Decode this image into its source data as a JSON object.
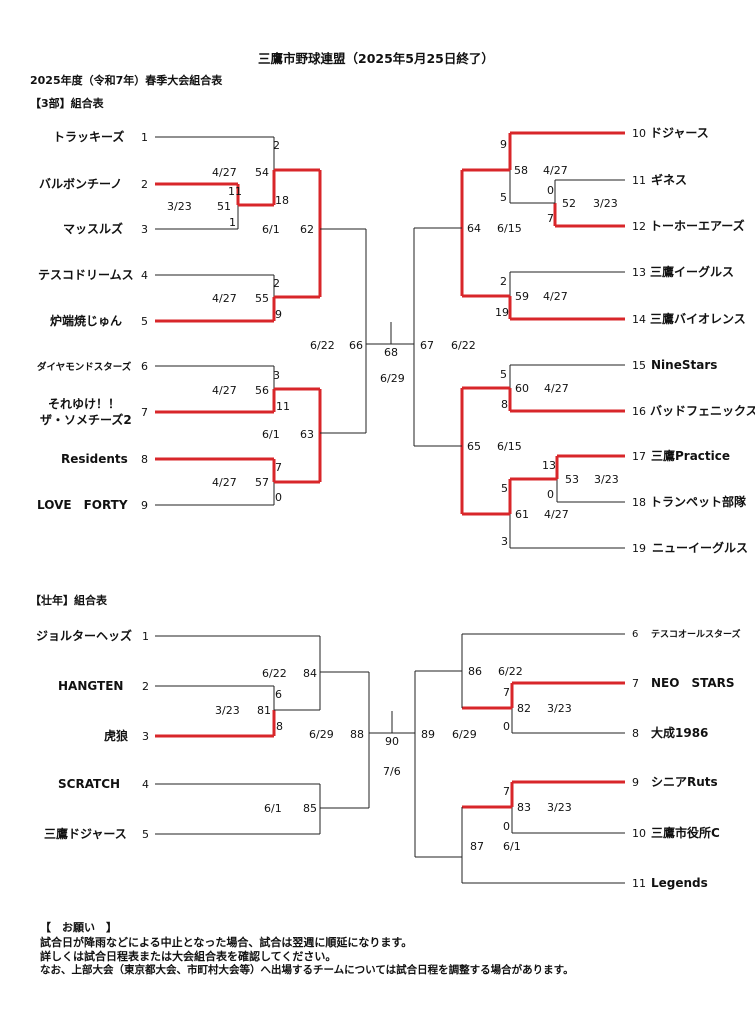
{
  "header": {
    "title": "三鷹市野球連盟（2025年5月25日終了）",
    "subtitle": "2025年度（令和7年）春季大会組合表",
    "division3_label": "【3部】組合表",
    "senior_label": "【壮年】組合表"
  },
  "division3": {
    "left_teams": [
      {
        "no": "1",
        "name": "トラッキーズ"
      },
      {
        "no": "2",
        "name": "バルボンチーノ"
      },
      {
        "no": "3",
        "name": "マッスルズ"
      },
      {
        "no": "4",
        "name": "テスコドリームス"
      },
      {
        "no": "5",
        "name": "炉端焼じゅん"
      },
      {
        "no": "6",
        "name": "ダイヤモンドスターズ"
      },
      {
        "no": "7",
        "name_line1": "それゆけ！！",
        "name_line2": "ザ・ソメチーズ2"
      },
      {
        "no": "8",
        "name": "Residents"
      },
      {
        "no": "9",
        "name": "LOVE　FORTY"
      }
    ],
    "right_teams": [
      {
        "no": "10",
        "name": "ドジャース"
      },
      {
        "no": "11",
        "name": "ギネス"
      },
      {
        "no": "12",
        "name": "トーホーエアーズ"
      },
      {
        "no": "13",
        "name": "三鷹イーグルス"
      },
      {
        "no": "14",
        "name": "三鷹バイオレンス"
      },
      {
        "no": "15",
        "name": "NineStars"
      },
      {
        "no": "16",
        "name": "バッドフェニックス"
      },
      {
        "no": "17",
        "name": "三鷹Practice"
      },
      {
        "no": "18",
        "name": "トランペット部隊"
      },
      {
        "no": "19",
        "name": "ニューイーグルス"
      }
    ],
    "games": {
      "g51": {
        "no": "51",
        "date": "3/23",
        "score_a": "11",
        "score_b": "1"
      },
      "g54": {
        "no": "54",
        "date": "4/27",
        "score_a": "2",
        "score_b": "18"
      },
      "g55": {
        "no": "55",
        "date": "4/27",
        "score_a": "2",
        "score_b": "9"
      },
      "g56": {
        "no": "56",
        "date": "4/27",
        "score_a": "3",
        "score_b": "11"
      },
      "g57": {
        "no": "57",
        "date": "4/27",
        "score_a": "7",
        "score_b": "0"
      },
      "g62": {
        "no": "62",
        "date": "6/1"
      },
      "g63": {
        "no": "63",
        "date": "6/1"
      },
      "g66": {
        "no": "66",
        "date": "6/22"
      },
      "g68": {
        "no": "68",
        "date": "6/29"
      },
      "g67": {
        "no": "67",
        "date": "6/22"
      },
      "g58": {
        "no": "58",
        "date": "4/27",
        "score_a": "9",
        "score_b": "5"
      },
      "g52": {
        "no": "52",
        "date": "3/23",
        "score_a": "0",
        "score_b": "7"
      },
      "g59": {
        "no": "59",
        "date": "4/27",
        "score_a": "2",
        "score_b": "19"
      },
      "g60": {
        "no": "60",
        "date": "4/27",
        "score_a": "5",
        "score_b": "8"
      },
      "g53": {
        "no": "53",
        "date": "3/23",
        "score_a": "13",
        "score_b": "0"
      },
      "g61": {
        "no": "61",
        "date": "4/27",
        "score_a": "5",
        "score_b": "3"
      },
      "g64": {
        "no": "64",
        "date": "6/15"
      },
      "g65": {
        "no": "65",
        "date": "6/15"
      }
    }
  },
  "senior": {
    "left_teams": [
      {
        "no": "1",
        "name": "ジョルターヘッズ"
      },
      {
        "no": "2",
        "name": "HANGTEN"
      },
      {
        "no": "3",
        "name": "虎狼"
      },
      {
        "no": "4",
        "name": "SCRATCH"
      },
      {
        "no": "5",
        "name": "三鷹ドジャース"
      }
    ],
    "right_teams": [
      {
        "no": "6",
        "name": "テスコオールスターズ"
      },
      {
        "no": "7",
        "name": "NEO　STARS"
      },
      {
        "no": "8",
        "name": "大成1986"
      },
      {
        "no": "9",
        "name": "シニアRuts"
      },
      {
        "no": "10",
        "name": "三鷹市役所C"
      },
      {
        "no": "11",
        "name": "Legends"
      }
    ],
    "games": {
      "g81": {
        "no": "81",
        "date": "3/23",
        "score_a": "6",
        "score_b": "8"
      },
      "g84": {
        "no": "84",
        "date": "6/22"
      },
      "g85": {
        "no": "85",
        "date": "6/1"
      },
      "g88": {
        "no": "88",
        "date": "6/29"
      },
      "g90": {
        "no": "90",
        "date": "7/6"
      },
      "g89": {
        "no": "89",
        "date": "6/29"
      },
      "g86": {
        "no": "86",
        "date": "6/22"
      },
      "g82": {
        "no": "82",
        "date": "3/23",
        "score_a": "7",
        "score_b": "0"
      },
      "g83": {
        "no": "83",
        "date": "3/23",
        "score_a": "7",
        "score_b": "0"
      },
      "g87": {
        "no": "87",
        "date": "6/1"
      }
    }
  },
  "notes": {
    "heading": "【　お願い　】",
    "line1": "試合日が降雨などによる中止となった場合、試合は翌週に順延になります。",
    "line2": "詳しくは試合日程表または大会組合表を確認してください。",
    "line3": "なお、上部大会（東京都大会、市町村大会等）へ出場するチームについては試合日程を調整する場合があります。"
  },
  "colors": {
    "winner_line": "#d8262a",
    "line": "#222222"
  }
}
